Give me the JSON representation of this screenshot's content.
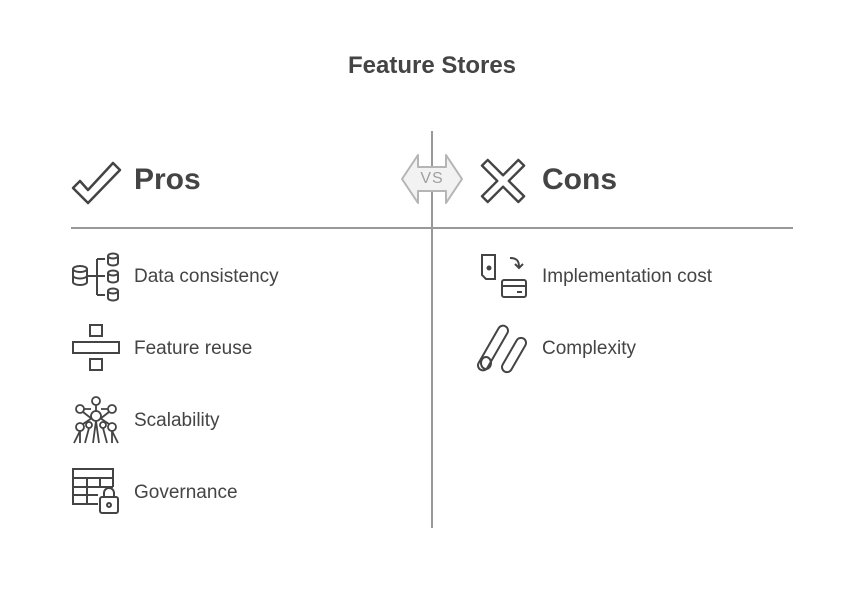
{
  "title": "Feature Stores",
  "vs_label": "VS",
  "pros": {
    "heading": "Pros",
    "icon": "checkmark-icon",
    "items": [
      {
        "label": "Data consistency",
        "icon": "database-sync-icon"
      },
      {
        "label": "Feature reuse",
        "icon": "divide-icon"
      },
      {
        "label": "Scalability",
        "icon": "network-icon"
      },
      {
        "label": "Governance",
        "icon": "table-lock-icon"
      }
    ]
  },
  "cons": {
    "heading": "Cons",
    "icon": "cross-icon",
    "items": [
      {
        "label": "Implementation cost",
        "icon": "wallet-card-icon"
      },
      {
        "label": "Complexity",
        "icon": "tangled-tubes-icon"
      }
    ]
  },
  "colors": {
    "text": "#444444",
    "line": "#999999",
    "vs": "#a0a0a0"
  }
}
